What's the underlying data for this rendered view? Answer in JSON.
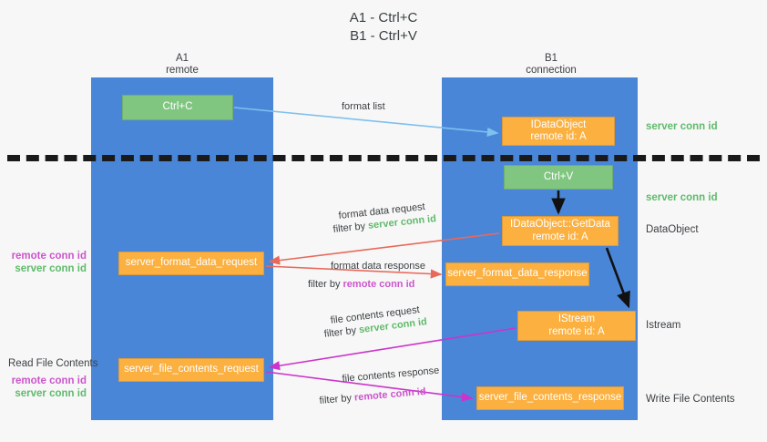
{
  "title": {
    "line1": "A1 - Ctrl+C",
    "line2": "B1 - Ctrl+V"
  },
  "columns": [
    {
      "name": "A1",
      "subtitle": "remote"
    },
    {
      "name": "B1",
      "subtitle": "connection"
    }
  ],
  "boxes": {
    "ctrl_c": {
      "label": "Ctrl+C"
    },
    "ctrl_v": {
      "label": "Ctrl+V"
    },
    "idataobject": {
      "line1": "IDataObject",
      "line2": "remote id: A"
    },
    "getdata": {
      "line1": "IDataObject::GetData",
      "line2": "remote id: A"
    },
    "istream": {
      "line1": "IStream",
      "line2": "remote id: A"
    },
    "server_format_data_request": {
      "label": "server_format_data_request"
    },
    "server_format_data_response": {
      "label": "server_format_data_response"
    },
    "server_file_contents_request": {
      "label": "server_file_contents_request"
    },
    "server_file_contents_response": {
      "label": "server_file_contents_response"
    }
  },
  "flows": {
    "format_list": "format list",
    "format_data_request": "format data request",
    "format_data_request_filter_prefix": "filter by ",
    "format_data_request_filter_key": "server conn id",
    "format_data_response": "format data response",
    "format_data_response_filter_prefix": "filter by ",
    "format_data_response_filter_key": "remote conn id",
    "file_contents_request": "file contents request",
    "file_contents_request_filter_prefix": "filter by ",
    "file_contents_request_filter_key": "server conn id",
    "file_contents_response": "file contents response",
    "file_contents_response_filter_prefix": "filter by ",
    "file_contents_response_filter_key": "remote conn id"
  },
  "annotations": {
    "server_conn_id_top": "server conn id",
    "server_conn_id_mid": "server conn id",
    "dataobject": "DataObject",
    "istream": "Istream",
    "write_file_contents": "Write File Contents",
    "read_file_contents": "Read File Contents",
    "remote_conn_id_1": "remote conn id",
    "server_conn_id_1": "server conn id",
    "remote_conn_id_2": "remote conn id",
    "server_conn_id_2": "server conn id"
  },
  "colors": {
    "lane": "#4a86d8",
    "green_box": "#80c680",
    "orange_box": "#fbb040",
    "green_text": "#5fbb6b",
    "purple_text": "#cc55cc",
    "arrow_blue": "#7ec0ee",
    "arrow_red": "#e8695c",
    "arrow_magenta": "#cc33cc",
    "arrow_black": "#111111",
    "background": "#f7f7f7"
  }
}
